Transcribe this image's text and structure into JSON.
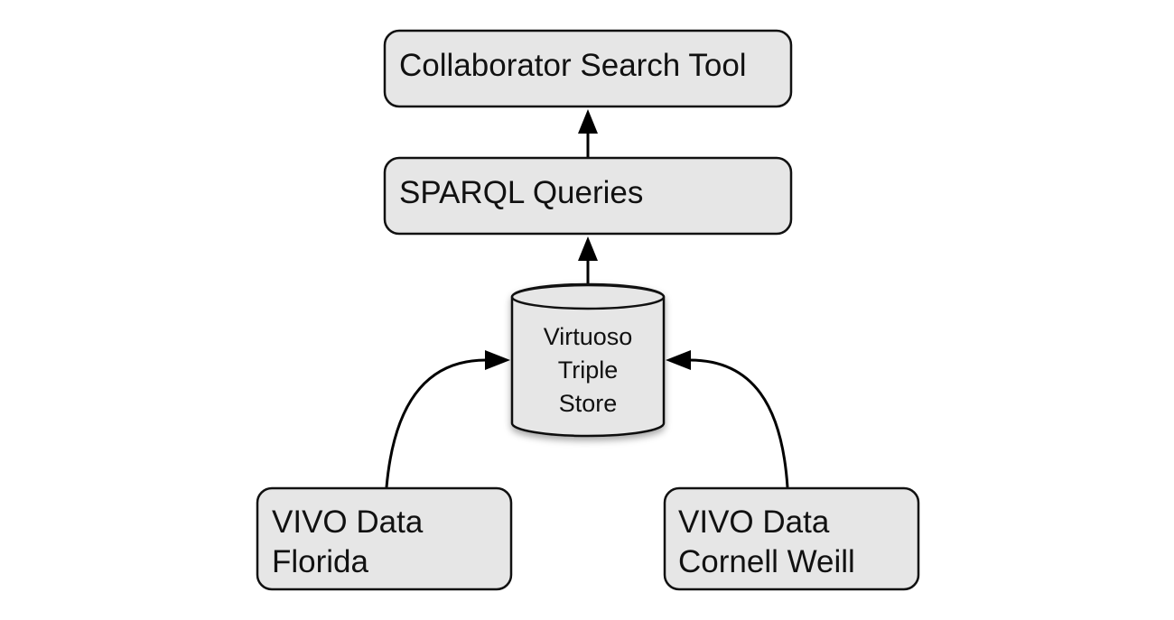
{
  "diagram": {
    "title": "Collaborator search architecture",
    "colors": {
      "node_fill": "#e6e6e6",
      "stroke": "#111111",
      "background": "#ffffff"
    },
    "nodes": {
      "collaborator_tool": {
        "lines": [
          "Collaborator Search Tool"
        ],
        "shape": "rounded-rectangle"
      },
      "sparql_queries": {
        "lines": [
          "SPARQL Queries"
        ],
        "shape": "rounded-rectangle"
      },
      "triple_store": {
        "lines": [
          "Virtuoso",
          "Triple",
          "Store"
        ],
        "shape": "cylinder"
      },
      "vivo_florida": {
        "lines": [
          "VIVO Data",
          "Florida"
        ],
        "shape": "rounded-rectangle"
      },
      "vivo_cornell": {
        "lines": [
          "VIVO Data",
          "Cornell Weill"
        ],
        "shape": "rounded-rectangle"
      }
    },
    "edges": [
      {
        "from": "sparql_queries",
        "to": "collaborator_tool",
        "style": "straight-arrow"
      },
      {
        "from": "triple_store",
        "to": "sparql_queries",
        "style": "straight-arrow"
      },
      {
        "from": "vivo_florida",
        "to": "triple_store",
        "style": "curved-arrow"
      },
      {
        "from": "vivo_cornell",
        "to": "triple_store",
        "style": "curved-arrow"
      }
    ]
  }
}
